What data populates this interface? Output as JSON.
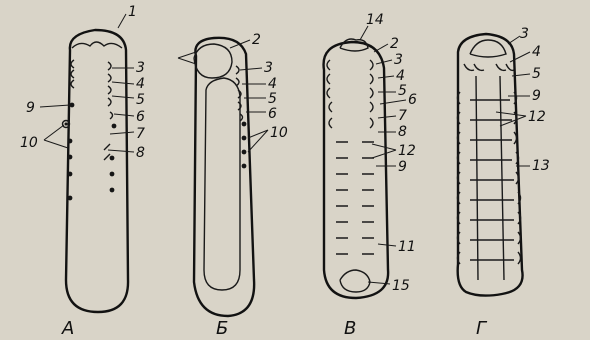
{
  "panels": {
    "A": {
      "caption": "А",
      "labels": [
        "1",
        "3",
        "4",
        "5",
        "6",
        "7",
        "8",
        "9",
        "10"
      ]
    },
    "B": {
      "caption": "Б",
      "labels": [
        "2",
        "3",
        "4",
        "5",
        "6",
        "10"
      ]
    },
    "V": {
      "caption": "В",
      "labels": [
        "14",
        "2",
        "3",
        "4",
        "5",
        "6",
        "7",
        "8",
        "12",
        "9",
        "11",
        "15"
      ]
    },
    "G": {
      "caption": "Г",
      "labels": [
        "3",
        "4",
        "5",
        "9",
        "12",
        "13"
      ]
    }
  },
  "colors": {
    "paper": "#d9d4c8",
    "ink": "#121212"
  }
}
